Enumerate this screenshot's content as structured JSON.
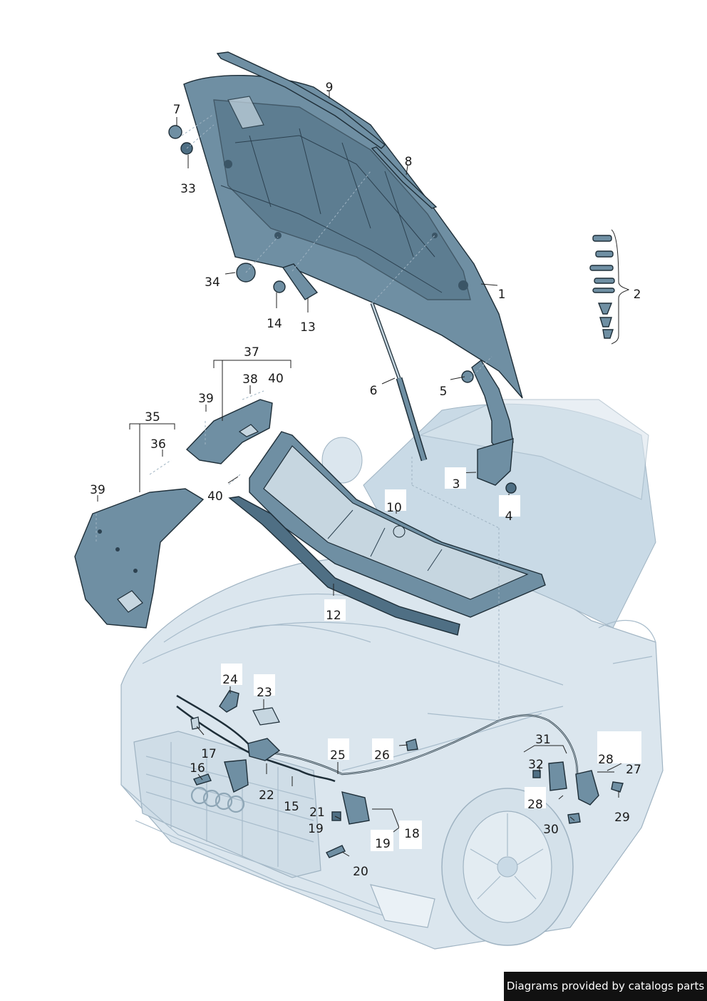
{
  "callouts": {
    "c1": "1",
    "c2": "2",
    "c3": "3",
    "c4": "4",
    "c5": "5",
    "c6": "6",
    "c7": "7",
    "c8": "8",
    "c9": "9",
    "c10": "10",
    "c12": "12",
    "c13": "13",
    "c14": "14",
    "c15": "15",
    "c16": "16",
    "c17": "17",
    "c18": "18",
    "c19a": "19",
    "c19b": "19",
    "c20": "20",
    "c21": "21",
    "c22": "22",
    "c23": "23",
    "c24": "24",
    "c25": "25",
    "c26": "26",
    "c27": "27",
    "c28a": "28",
    "c28b": "28",
    "c29": "29",
    "c30": "30",
    "c31": "31",
    "c32": "32",
    "c33": "33",
    "c34": "34",
    "c35": "35",
    "c36": "36",
    "c37": "37",
    "c38": "38",
    "c39a": "39",
    "c39b": "39",
    "c40a": "40",
    "c40b": "40"
  },
  "footer": {
    "text": "Diagrams provided by catalogs parts"
  },
  "colors": {
    "part": "#6f8fa3",
    "outline": "#1e2e38",
    "car": "#dbe6ee",
    "footer_bg": "#111111"
  }
}
